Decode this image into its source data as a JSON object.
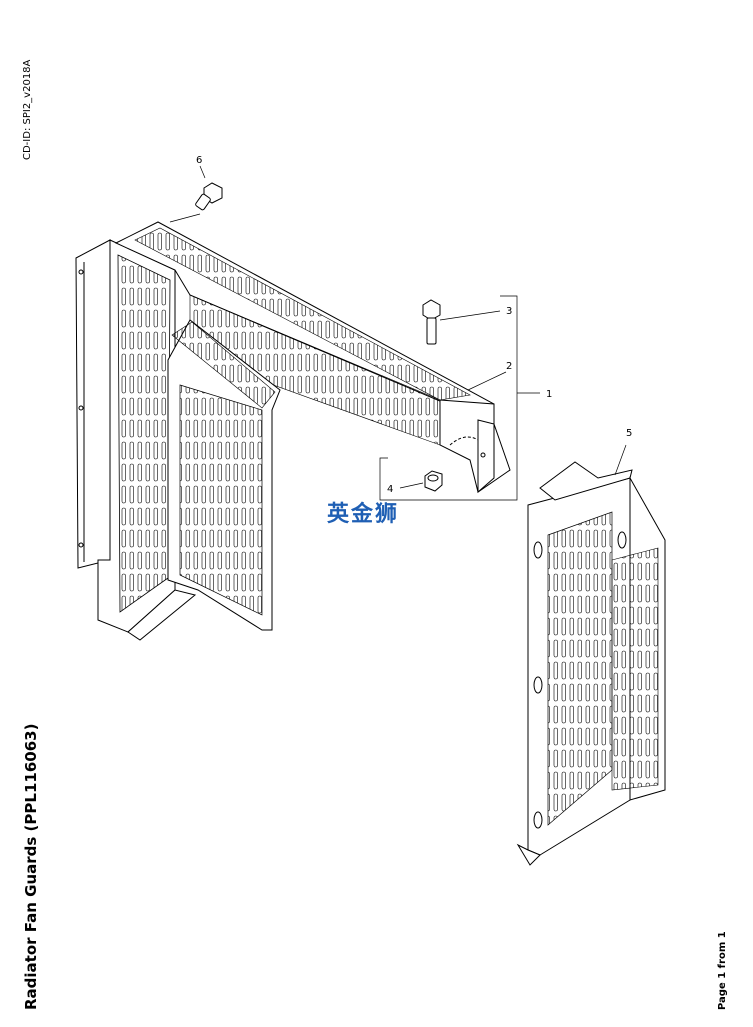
{
  "header": {
    "cd_id": "CD-ID: SPI2_v2018A"
  },
  "title": "Radiator Fan Guards (PPL116063)",
  "footer": {
    "page": "Page 1 from 1"
  },
  "callouts": [
    "1",
    "2",
    "3",
    "4",
    "5",
    "6"
  ],
  "watermark": "英金狮",
  "colors": {
    "line": "#000000",
    "watermark": "#1f5fb4"
  }
}
